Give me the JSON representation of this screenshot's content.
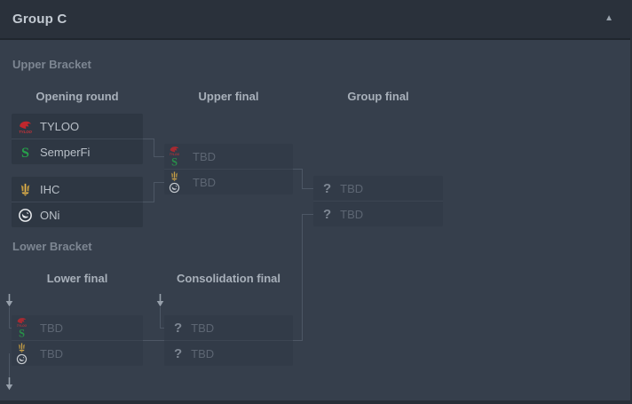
{
  "header": {
    "title": "Group C"
  },
  "sections": {
    "upper": "Upper Bracket",
    "lower": "Lower Bracket"
  },
  "rounds": {
    "opening": "Opening round",
    "upper_final": "Upper final",
    "group_final": "Group final",
    "lower_final": "Lower final",
    "consolidation_final": "Consolidation final"
  },
  "teams": {
    "tyloo": {
      "name": "TYLOO",
      "icon": "tyloo-logo-icon",
      "color": "#c1272d"
    },
    "semperfi": {
      "name": "SemperFi",
      "icon": "semperfi-logo-icon",
      "color": "#27a04a"
    },
    "ihc": {
      "name": "IHC",
      "icon": "ihc-logo-icon",
      "color": "#e0ab45"
    },
    "oni": {
      "name": "ONi",
      "icon": "oni-logo-icon",
      "color": "#e8ebee"
    }
  },
  "placeholder": {
    "tbd": "TBD"
  },
  "icons": {
    "collapse": {
      "name": "caret-up-icon",
      "glyph": "▲"
    },
    "question": {
      "name": "question-icon",
      "glyph": "?"
    },
    "drop_arrow": {
      "name": "arrow-down-icon",
      "glyph": "↓"
    }
  },
  "colors": {
    "header_bg": "#2a313b",
    "panel_bg": "#363f4c",
    "match_bg": "#2e3743",
    "match_bg_faded": "#323b48",
    "connector": "#4d5765",
    "text_primary": "#b9c0c8",
    "text_muted": "#5d6673",
    "text_heading": "#a8b0ba",
    "section_label": "#7d8692"
  }
}
